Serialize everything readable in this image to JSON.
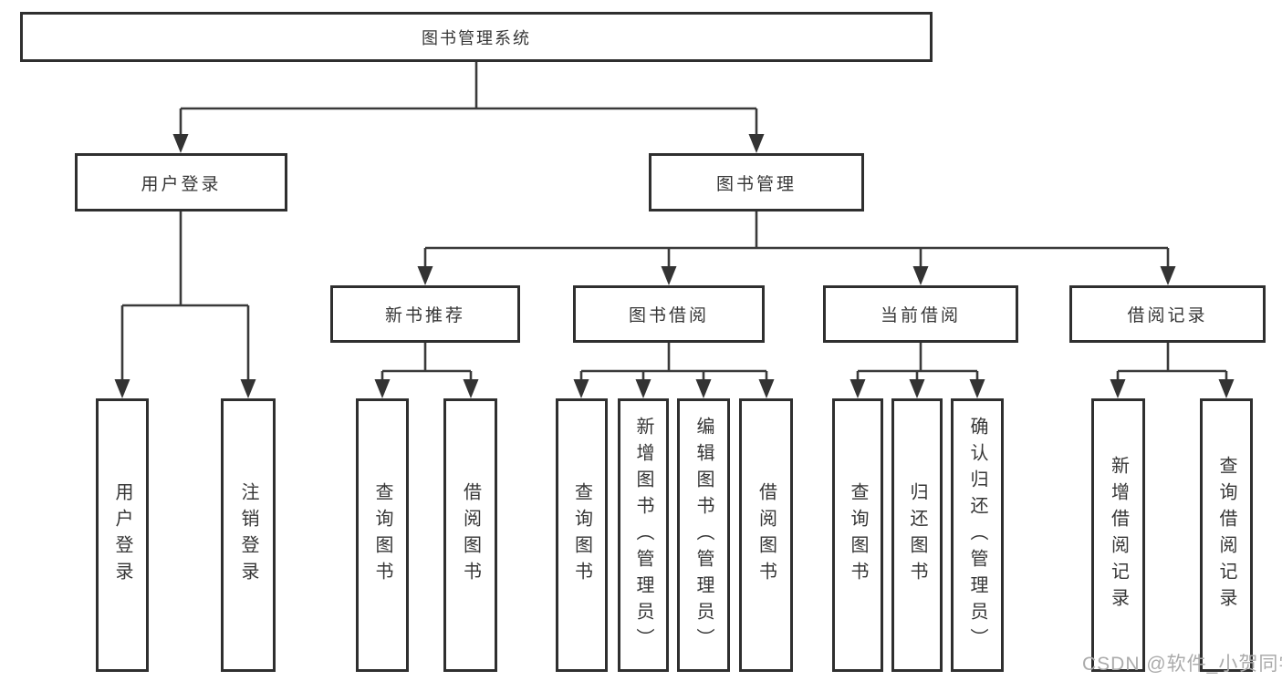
{
  "diagram": {
    "root": "图书管理系统",
    "children": [
      {
        "label": "用户登录",
        "leaves": [
          "用户登录",
          "注销登录"
        ]
      },
      {
        "label": "图书管理",
        "sections": [
          {
            "label": "新书推荐",
            "leaves": [
              "查询图书",
              "借阅图书"
            ]
          },
          {
            "label": "图书借阅",
            "leaves": [
              "查询图书",
              "新增图书（管理员）",
              "编辑图书（管理员）",
              "借阅图书"
            ]
          },
          {
            "label": "当前借阅",
            "leaves": [
              "查询图书",
              "归还图书",
              "确认归还（管理员）"
            ]
          },
          {
            "label": "借阅记录",
            "leaves": [
              "新增借阅记录",
              "查询借阅记录"
            ]
          }
        ]
      }
    ]
  },
  "watermark": "CSDN @软件_小贺同学",
  "colors": {
    "box_border": "#2f2f2f",
    "line": "#3a3a3a",
    "arrow": "#333333",
    "text": "#363636",
    "watermark": "#ababab",
    "background": "#ffffff"
  }
}
